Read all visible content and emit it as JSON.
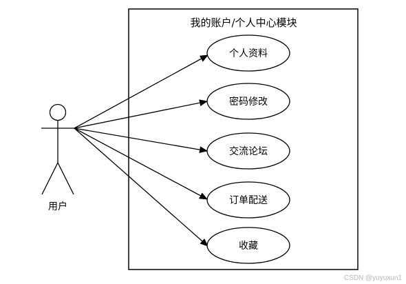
{
  "diagram": {
    "system_title": "我的账户/个人中心模块",
    "actor_label": "用户",
    "use_cases": [
      "个人资料",
      "密码修改",
      "交流论坛",
      "订单配送",
      "收藏"
    ],
    "colors": {
      "line": "#000000",
      "fill": "#ffffff",
      "text": "#000000"
    }
  },
  "watermark": "CSDN @yuyuxun1"
}
